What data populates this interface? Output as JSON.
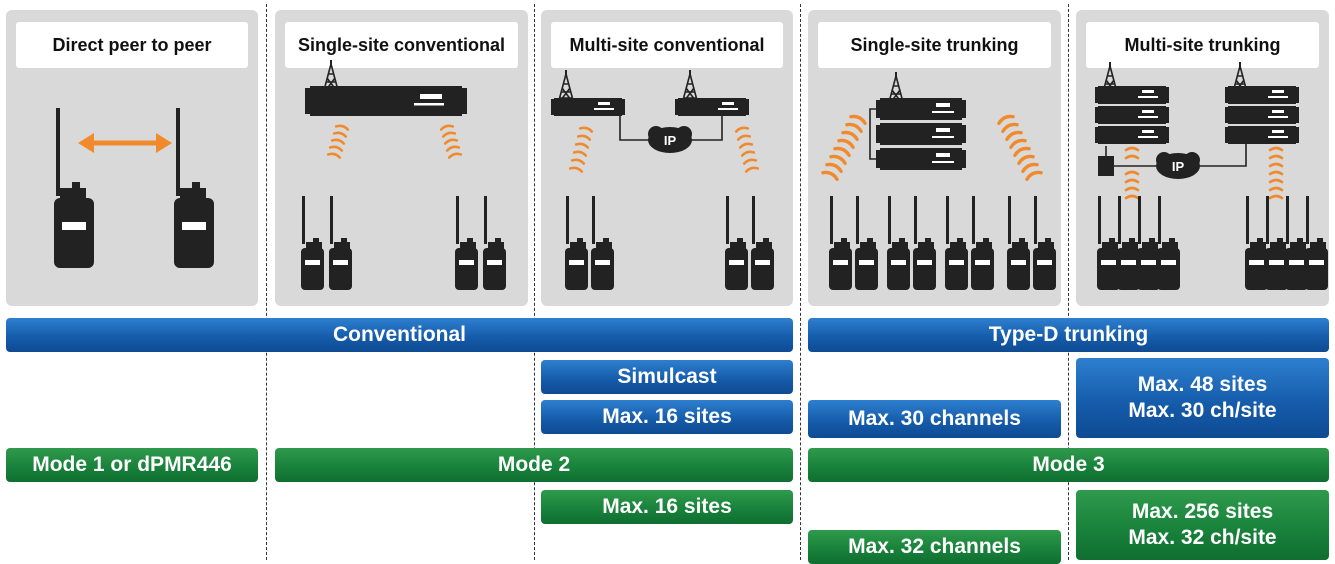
{
  "colors": {
    "panel_bg": "#d9d9d9",
    "blue_bar": "#1a63b5",
    "green_bar": "#17803a",
    "signal": "#f08a2c",
    "radio": "#222222"
  },
  "panels": [
    {
      "title": "Direct peer to peer"
    },
    {
      "title": "Single-site conventional"
    },
    {
      "title": "Multi-site conventional"
    },
    {
      "title": "Single-site trunking"
    },
    {
      "title": "Multi-site trunking"
    }
  ],
  "diagram_labels": {
    "ip": "IP"
  },
  "bars": {
    "conventional": "Conventional",
    "type_d_trunking": "Type-D trunking",
    "simulcast": "Simulcast",
    "simulcast_sites": "Max. 16 sites",
    "trunking_channels": "Max. 30 channels",
    "trunking_sites_line1": "Max. 48 sites",
    "trunking_sites_line2": "Max. 30 ch/site",
    "mode1": "Mode 1 or dPMR446",
    "mode2": "Mode 2",
    "mode3": "Mode 3",
    "mode2_sites": "Max. 16 sites",
    "mode3_channels": "Max. 32 channels",
    "mode3_sites_line1": "Max. 256 sites",
    "mode3_sites_line2": "Max. 32 ch/site"
  }
}
